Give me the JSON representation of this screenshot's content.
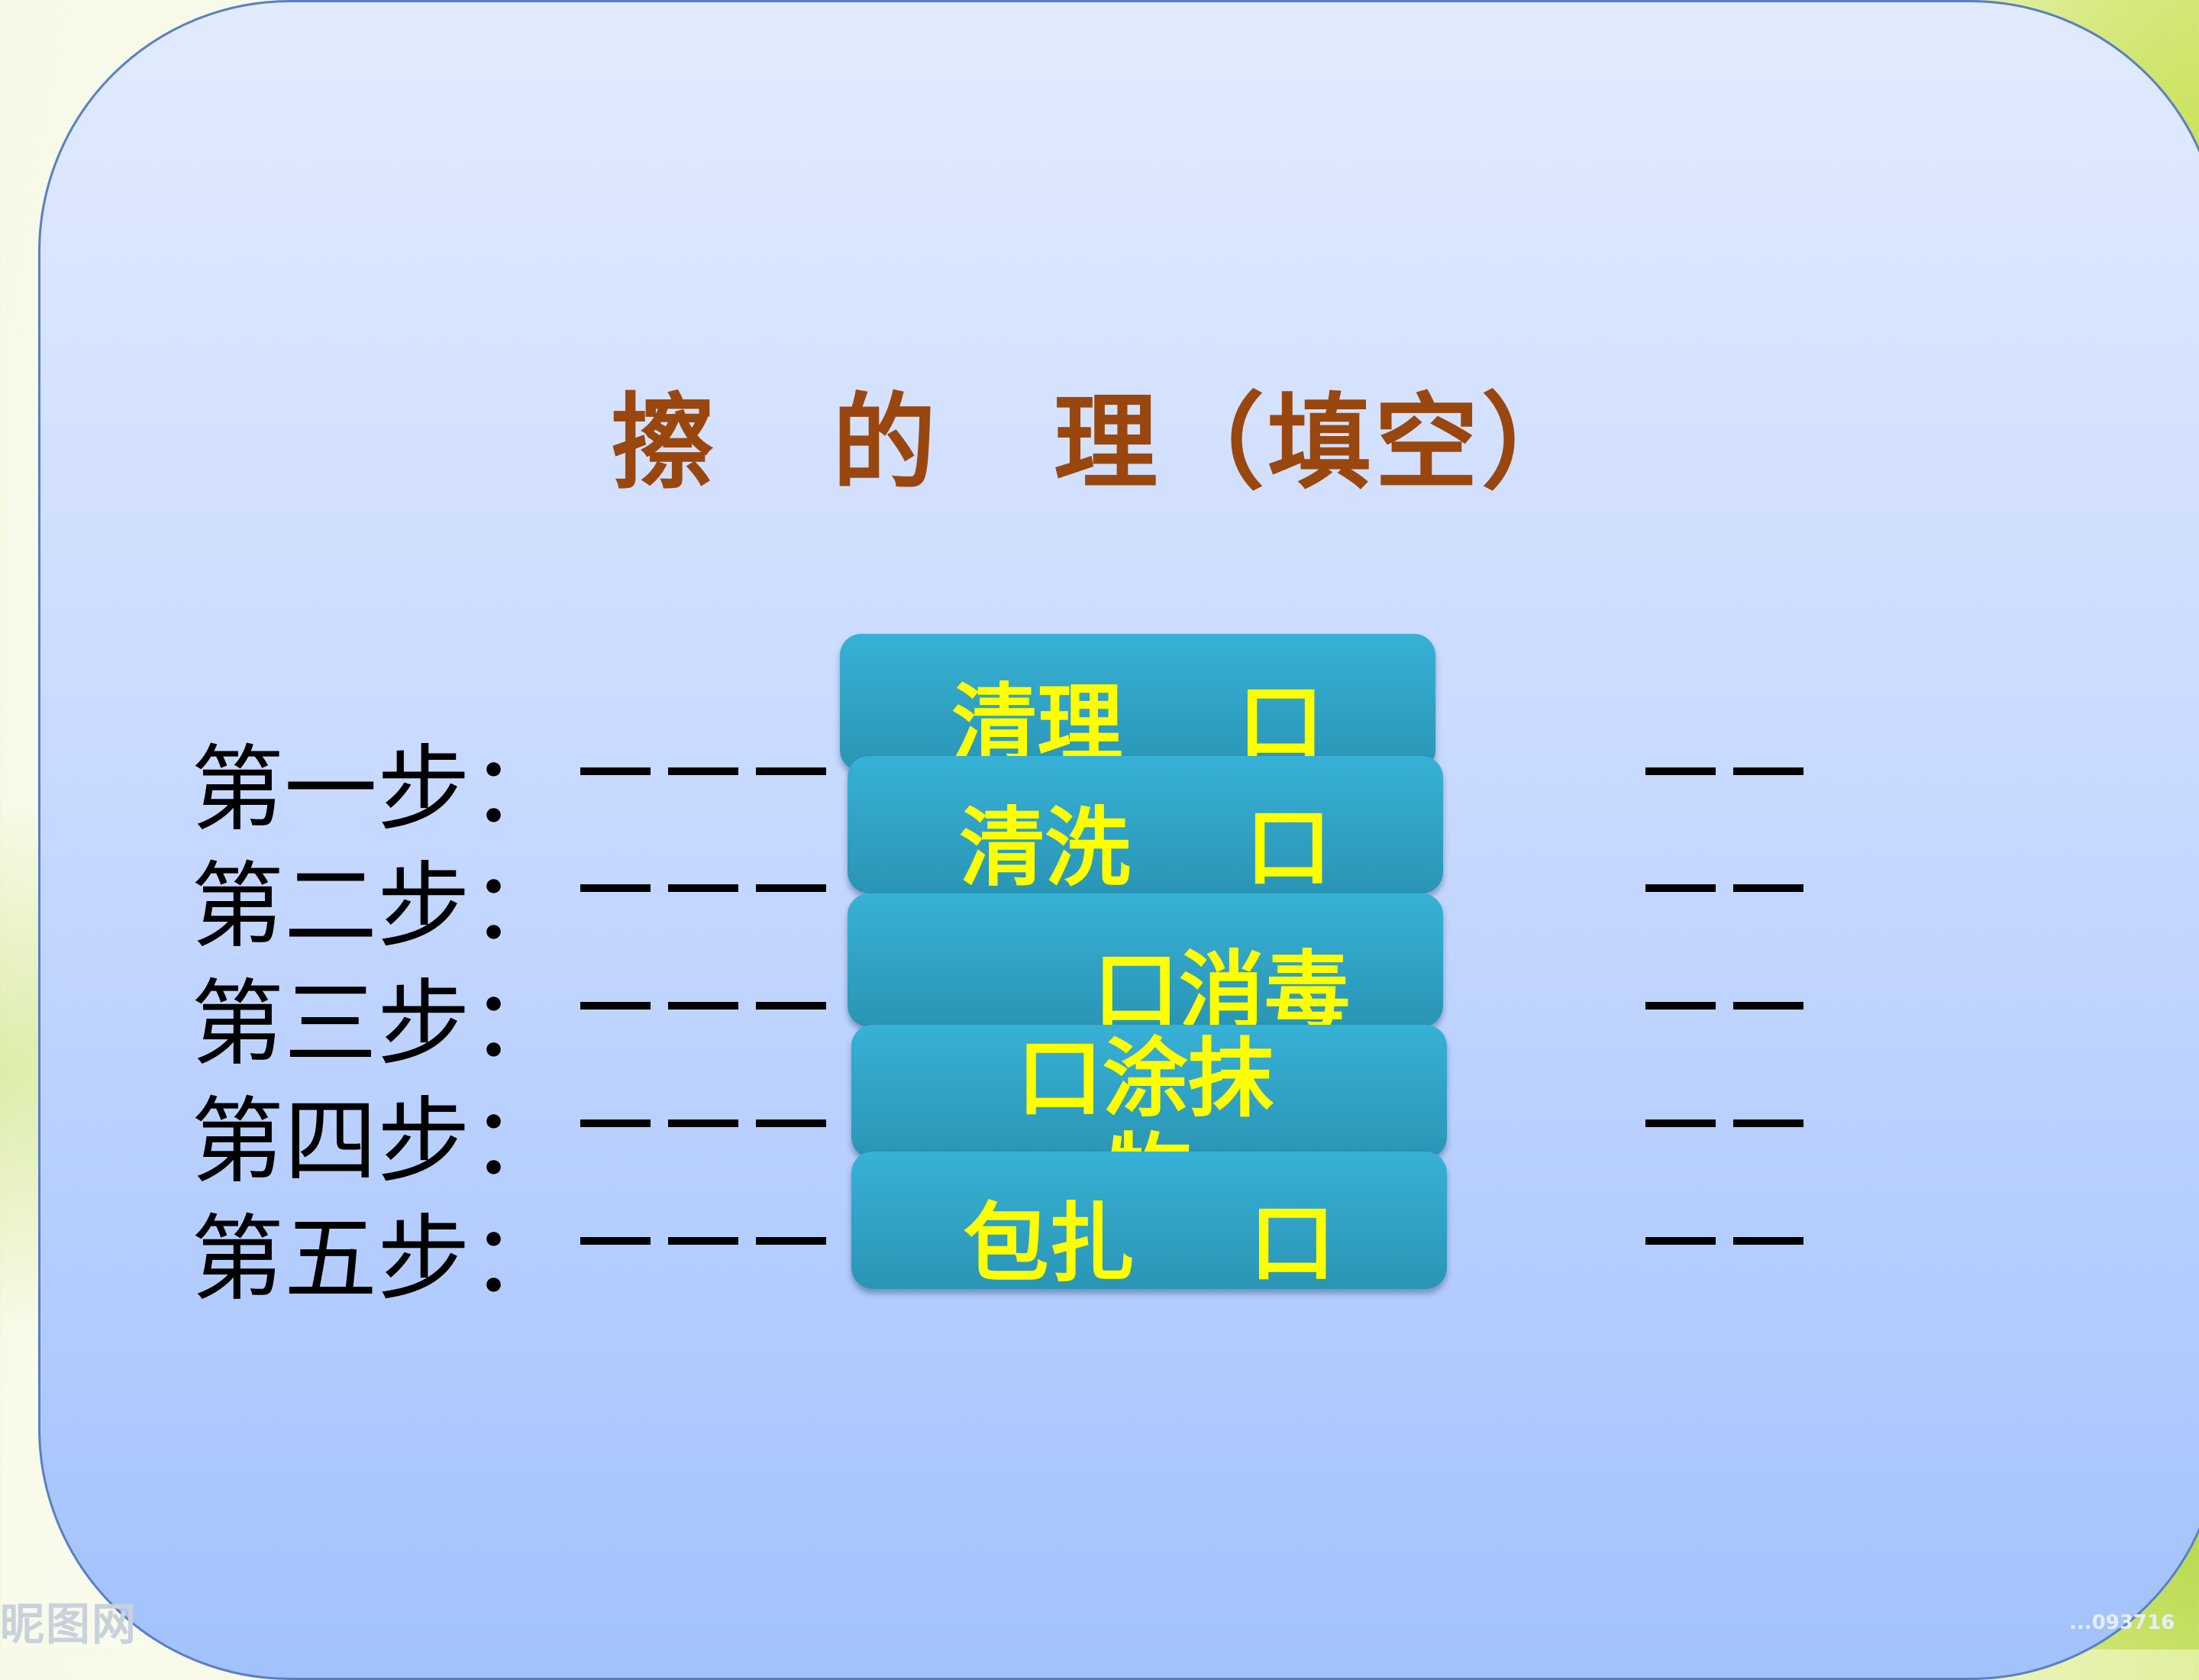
{
  "slide": {
    "title_parts": [
      "擦",
      "的",
      "理（填空）"
    ],
    "steps": [
      {
        "label": "第一步",
        "colon": "：",
        "answer": "清理　 口"
      },
      {
        "label": "第二步",
        "colon": "：",
        "answer": "清洗　 口"
      },
      {
        "label": "第三步",
        "colon": "：",
        "answer": "口消毒"
      },
      {
        "label": "第四步",
        "colon": "：",
        "answer_line1": "口涂抹",
        "answer_line2": "物"
      },
      {
        "label": "第五步",
        "colon": "：",
        "answer": "包扎　 口"
      }
    ],
    "watermark_left": "昵图网",
    "watermark_right": "...093716"
  },
  "colors": {
    "title": "#99470f",
    "card_fill": "#2fa3c6",
    "card_text": "#ffff00",
    "panel_top": "#e2ebfd",
    "panel_bottom": "#a2c2fc",
    "panel_border": "#5a7fc2"
  }
}
